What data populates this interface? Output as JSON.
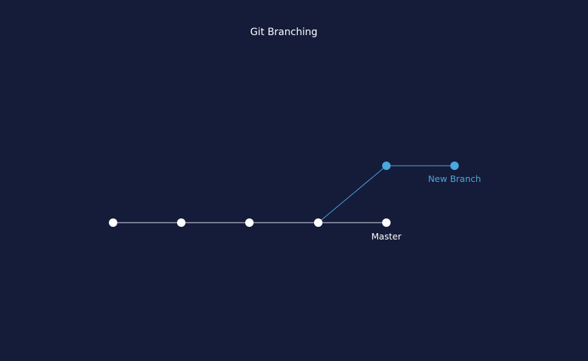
{
  "diagram": {
    "title": "Git Branching",
    "branches": {
      "master": {
        "label": "Master",
        "color": "#ffffff",
        "commit_count": 5
      },
      "feature": {
        "label": "New Branch",
        "color": "#4aa8dc",
        "commit_count": 2,
        "branches_from_master_commit": 4
      }
    }
  },
  "colors": {
    "background": "#151c3a",
    "master_line": "#d9dcea",
    "branch_line": "#4aa8dc"
  }
}
